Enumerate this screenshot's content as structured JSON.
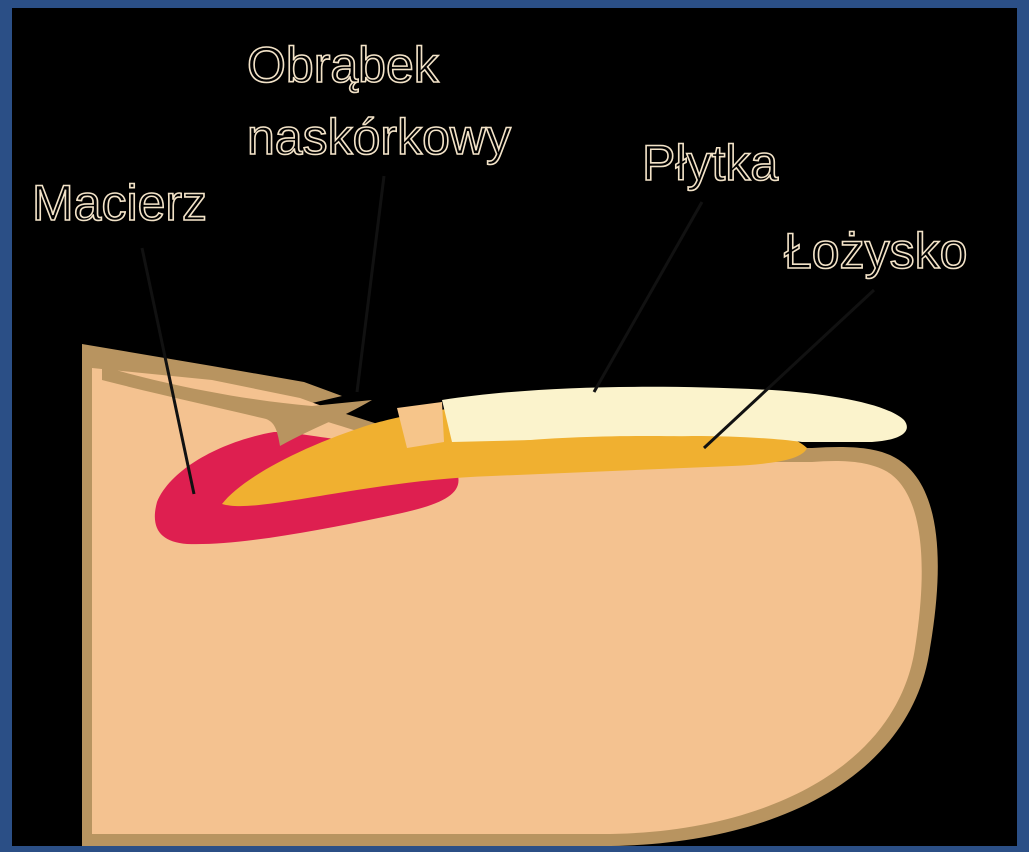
{
  "diagram": {
    "labels": {
      "matrix": "Macierz",
      "cuticle_line1": "Obrąbek",
      "cuticle_line2": "naskórkowy",
      "plate": "Płytka",
      "bed": "Łożysko"
    },
    "colors": {
      "frame": "#2b4f86",
      "background": "#000000",
      "skin": "#f4c290",
      "skin_outline": "#b89460",
      "matrix": "#de1f50",
      "nail_bed": "#f0b030",
      "nail_plate": "#fbf3cc",
      "label_text_outline": "#f3e3c8"
    }
  }
}
